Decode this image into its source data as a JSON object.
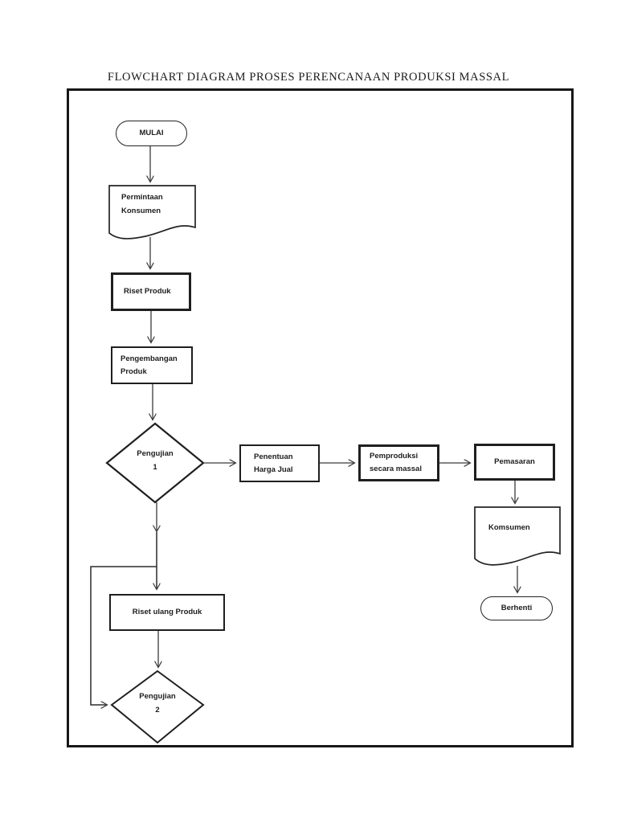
{
  "title": "FLOWCHART DIAGRAM PROSES PERENCANAAN PRODUKSI MASSAL",
  "colors": {
    "page_background": "#ffffff",
    "frame_border": "#171717",
    "shape_stroke": "#1f1f1f",
    "connector": "#3a3a3a",
    "text": "#1d1d1d"
  },
  "flowchart": {
    "nodes": {
      "start": {
        "type": "terminator",
        "label": "MULAI"
      },
      "permintaan": {
        "type": "document",
        "line1": "Permintaan",
        "line2": "Konsumen"
      },
      "riset_produk": {
        "type": "process",
        "label": "Riset Produk"
      },
      "pengembangan": {
        "type": "process",
        "line1": "Pengembangan",
        "line2": "Produk"
      },
      "pengujian_1": {
        "type": "decision",
        "line1": "Pengujian",
        "line2": "1"
      },
      "penentuan_harga": {
        "type": "process",
        "line1": "Penentuan",
        "line2": "Harga Jual"
      },
      "pemproduksi": {
        "type": "process",
        "line1": "Pemproduksi",
        "line2": "secara massal"
      },
      "pemasaran": {
        "type": "process",
        "label": "Pemasaran"
      },
      "komsumen": {
        "type": "document",
        "label": "Komsumen"
      },
      "berhenti": {
        "type": "terminator",
        "label": "Berhenti"
      },
      "riset_ulang": {
        "type": "process",
        "label": "Riset ulang Produk"
      },
      "pengujian_2": {
        "type": "decision",
        "line1": "Pengujian",
        "line2": "2"
      }
    }
  }
}
